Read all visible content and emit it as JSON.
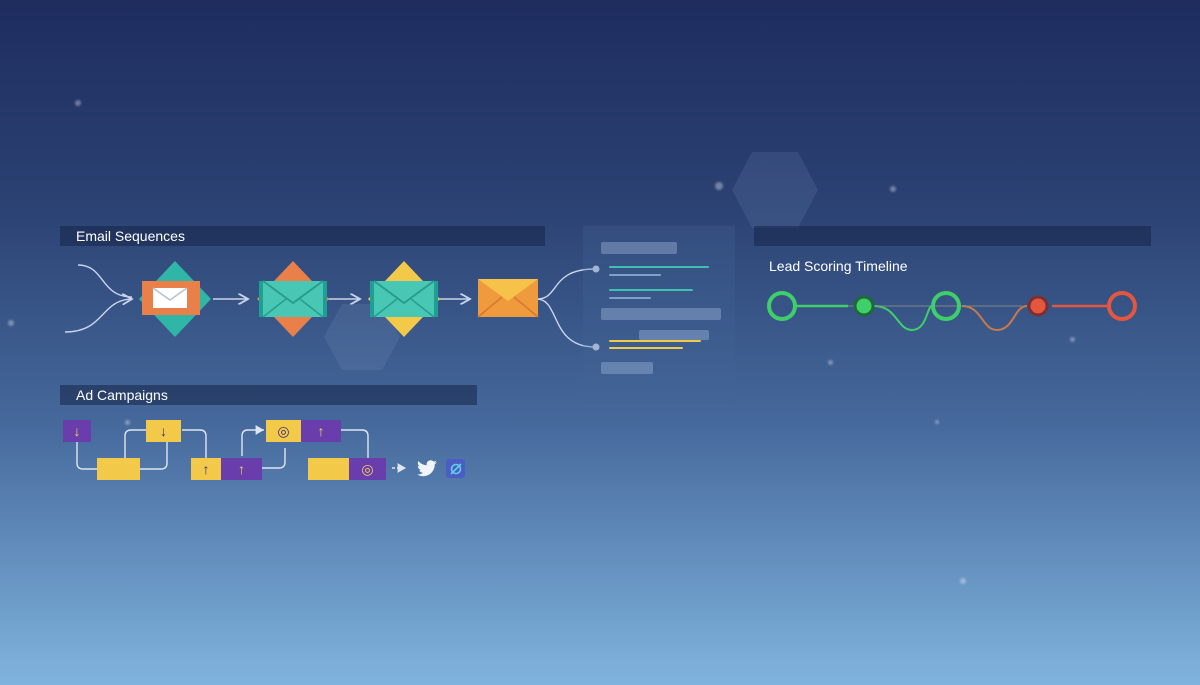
{
  "sections": {
    "email": {
      "title": "Email Sequences"
    },
    "ads": {
      "title": "Ad Campaigns"
    },
    "lead": {
      "title": "Lead Scoring Timeline"
    }
  },
  "email_sequence": [
    {
      "icon": "envelope-icon",
      "diamond_color": "#2fb6a6",
      "accent": "#e9804a"
    },
    {
      "icon": "envelope-icon",
      "diamond_color": "#e9804a",
      "accent": "#2fb6a6"
    },
    {
      "icon": "envelope-icon",
      "diamond_color": "#f3c94a",
      "accent": "#2fb6a6"
    },
    {
      "icon": "envelope-icon",
      "diamond_color": null,
      "accent": "#f09a3e"
    }
  ],
  "lead_scoring": {
    "stages": [
      {
        "color": "#3fcf6a"
      },
      {
        "color": "#3fcf6a"
      },
      {
        "color": "#3fcf6a"
      },
      {
        "color": "#e4573e"
      },
      {
        "color": "#e4573e"
      }
    ]
  },
  "ad_campaign": {
    "glyphs": {
      "down": "↓",
      "up": "↑",
      "target": "◎"
    },
    "channels": [
      {
        "icon": "twitter-icon"
      },
      {
        "icon": "link-icon"
      }
    ]
  },
  "colors": {
    "teal": "#2fb6a6",
    "orange": "#e9804a",
    "yellow": "#f3c94a",
    "purple": "#6a3dac",
    "green": "#3fcf6a",
    "red": "#e4573e"
  }
}
